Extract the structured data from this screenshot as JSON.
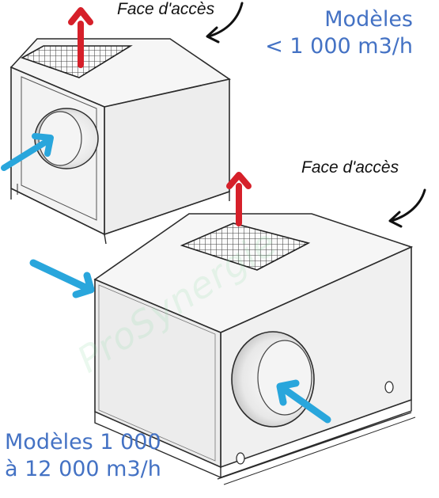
{
  "labels": {
    "access_top": "Face d'accès",
    "access_bottom": "Face d'accès",
    "models_small_line1": "Modèles",
    "models_small_line2": "< 1 000 m3/h",
    "models_large_line1": "Modèles 1 000",
    "models_large_line2": "à 12 000 m3/h",
    "watermark": "ProSynergie"
  },
  "colors": {
    "text_blue": "#4472c4",
    "arrow_intake": "#29a6dc",
    "arrow_exhaust": "#d6202a",
    "outline": "#2b2b2b",
    "face_top": "#f7f7f7",
    "face_side": "#efefef",
    "watermark": "#8fdca6"
  },
  "icons": {
    "intake": "blue-arrow-icon",
    "exhaust": "red-up-arrow-icon",
    "pointer": "curved-black-arrow-icon"
  }
}
